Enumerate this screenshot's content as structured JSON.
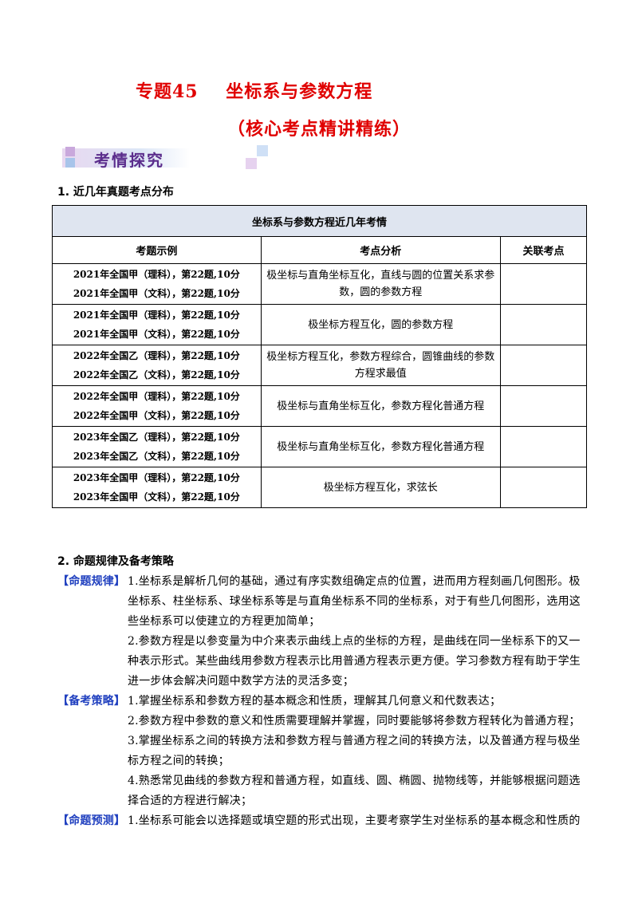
{
  "title": {
    "line1": "专题45    坐标系与参数方程",
    "line2": "（核心考点精讲精练）"
  },
  "banner": "考情探究",
  "section1": {
    "heading": "1. 近几年真题考点分布",
    "table": {
      "caption": "坐标系与参数方程近几年考情",
      "headers": [
        "考题示例",
        "考点分析",
        "关联考点"
      ],
      "rows": [
        {
          "examples": [
            "2021年全国甲（理科），第22题,10分",
            "2021年全国甲（文科），第22题,10分"
          ],
          "analysis": "极坐标与直角坐标互化，直线与圆的位置关系求参数，圆的参数方程",
          "related": ""
        },
        {
          "examples": [
            "2021年全国甲（理科），第22题,10分",
            "2021年全国甲（文科），第22题,10分"
          ],
          "analysis": "极坐标方程互化，圆的参数方程",
          "related": ""
        },
        {
          "examples": [
            "2022年全国乙（理科），第22题,10分",
            "2022年全国乙（文科），第22题,10分"
          ],
          "analysis": "极坐标方程互化，参数方程综合，圆锥曲线的参数方程求最值",
          "related": ""
        },
        {
          "examples": [
            "2022年全国甲（理科），第22题,10分",
            "2022年全国甲（文科），第22题,10分"
          ],
          "analysis": "极坐标与直角坐标互化，参数方程化普通方程",
          "related": ""
        },
        {
          "examples": [
            "2023年全国乙（理科），第22题,10分",
            "2023年全国乙（文科），第22题,10分"
          ],
          "analysis": "极坐标与直角坐标互化，参数方程化普通方程",
          "related": ""
        },
        {
          "examples": [
            "2023年全国甲（理科），第22题,10分",
            "2023年全国甲（文科），第22题,10分"
          ],
          "analysis": "极坐标方程互化，求弦长",
          "related": ""
        }
      ]
    }
  },
  "section2": {
    "heading": "2. 命题规律及备考策略",
    "law_tag": "【命题规律】",
    "law_p1": "1.坐标系是解析几何的基础，通过有序实数组确定点的位置，进而用方程刻画几何图形。极坐标系、柱坐标系、球坐标系等是与直角坐标系不同的坐标系，对于有些几何图形，选用这些坐标系可以使建立的方程更加简单；",
    "law_p2": "2.参数方程是以参变量为中介来表示曲线上点的坐标的方程，是曲线在同一坐标系下的又一种表示形式。某些曲线用参数方程表示比用普通方程表示更方便。学习参数方程有助于学生进一步体会解决问题中数学方法的灵活多变；",
    "strategy_tag": "【备考策略】",
    "strategy_p1": "1.掌握坐标系和参数方程的基本概念和性质，理解其几何意义和代数表达；",
    "strategy_p2": "2.参数方程中参数的意义和性质需要理解并掌握，同时要能够将参数方程转化为普通方程；",
    "strategy_p3": "3.掌握坐标系之间的转换方法和参数方程与普通方程之间的转换方法，以及普通方程与极坐标方程之间的转换；",
    "strategy_p4": "4.熟悉常见曲线的参数方程和普通方程，如直线、圆、椭圆、抛物线等，并能够根据问题选择合适的方程进行解决；",
    "predict_tag": "【命题预测】",
    "predict_p1": "1.坐标系可能会以选择题或填空题的形式出现，主要考察学生对坐标系的基本概念和性质的"
  }
}
